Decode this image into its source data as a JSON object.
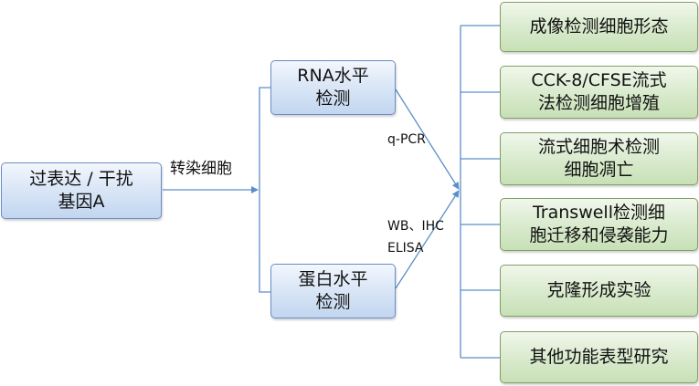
{
  "diagram": {
    "source_node": {
      "label": "过表达 / 干扰\n基因A"
    },
    "middle_nodes": [
      {
        "label": "RNA水平\n检测"
      },
      {
        "label": "蛋白水平\n检测"
      }
    ],
    "result_nodes": [
      {
        "label": "成像检测细胞形态"
      },
      {
        "label": "CCK-8/CFSE流式\n法检测细胞增殖"
      },
      {
        "label": "流式细胞术检测\n细胞凋亡"
      },
      {
        "label": "Transwell检测细\n胞迁移和侵袭能力"
      },
      {
        "label": "克隆形成实验"
      },
      {
        "label": "其他功能表型研究"
      }
    ],
    "edge_labels": {
      "transfection": "转染细胞",
      "rna_method": "q-PCR",
      "protein_method": "WB、IHC\nELISA"
    },
    "colors": {
      "connector": "#5b8fc9",
      "blue_node_border": "#6a8cc7",
      "green_node_border": "#7fa163"
    }
  }
}
